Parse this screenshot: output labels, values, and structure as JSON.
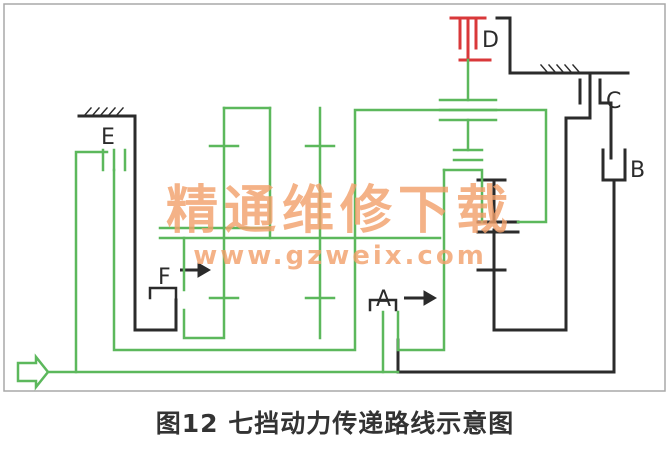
{
  "diagram": {
    "labels": {
      "D": "D",
      "C": "C",
      "B": "B",
      "E": "E",
      "F": "F",
      "A": "A"
    },
    "watermark": {
      "main": "精通维修下载",
      "url": "www.gzweix.com"
    },
    "colors": {
      "frame": "#9a9a9a",
      "shaft_dark": "#2b2b2b",
      "power_path": "#5cb85c",
      "brake_d": "#d9383a",
      "watermark": "#f2a06a",
      "caption": "#333333"
    }
  },
  "caption": "图12 七挡动力传递路线示意图"
}
